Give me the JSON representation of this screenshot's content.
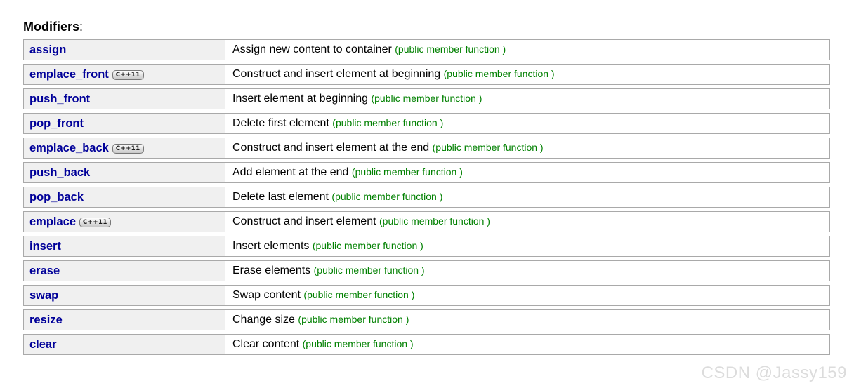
{
  "page": {
    "heading": "Modifiers",
    "heading_colon": ":",
    "watermark": "CSDN @Jassy159"
  },
  "colors": {
    "link_blue": "#000099",
    "member_type_green": "#008000",
    "row_border_gray": "#a9a9a9",
    "name_cell_bg": "#f0f0f0",
    "watermark_gray": "#dcdcdc"
  },
  "table": {
    "badge_label": "C++11",
    "member_type_label": "(public member function )",
    "rows": [
      {
        "name": "assign",
        "badge": false,
        "description": "Assign new content to container"
      },
      {
        "name": "emplace_front",
        "badge": true,
        "description": "Construct and insert element at beginning"
      },
      {
        "name": "push_front",
        "badge": false,
        "description": "Insert element at beginning"
      },
      {
        "name": "pop_front",
        "badge": false,
        "description": "Delete first element"
      },
      {
        "name": "emplace_back",
        "badge": true,
        "description": "Construct and insert element at the end"
      },
      {
        "name": "push_back",
        "badge": false,
        "description": "Add element at the end"
      },
      {
        "name": "pop_back",
        "badge": false,
        "description": "Delete last element"
      },
      {
        "name": "emplace",
        "badge": true,
        "description": "Construct and insert element"
      },
      {
        "name": "insert",
        "badge": false,
        "description": "Insert elements"
      },
      {
        "name": "erase",
        "badge": false,
        "description": "Erase elements"
      },
      {
        "name": "swap",
        "badge": false,
        "description": "Swap content"
      },
      {
        "name": "resize",
        "badge": false,
        "description": "Change size"
      },
      {
        "name": "clear",
        "badge": false,
        "description": "Clear content"
      }
    ]
  }
}
